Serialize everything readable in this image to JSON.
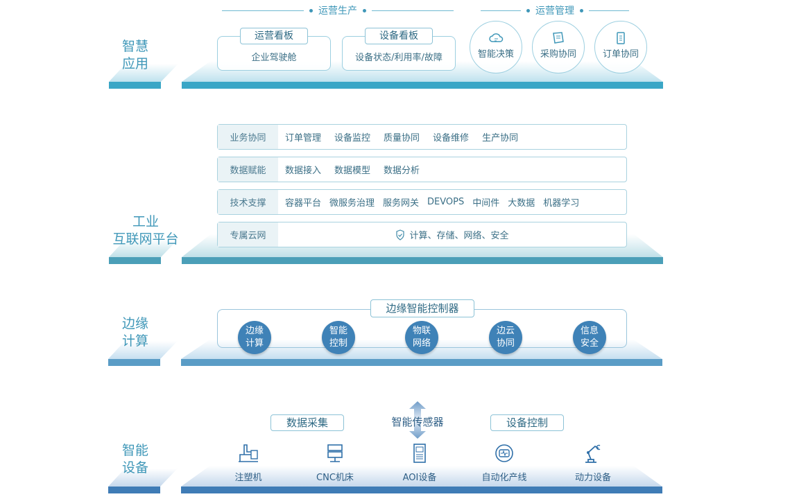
{
  "layers": {
    "app": {
      "label_line1": "智慧",
      "label_line2": "应用",
      "sections": [
        "运营生产",
        "运营管理"
      ],
      "cards": [
        {
          "tag": "运营看板",
          "text": "企业驾驶舱"
        },
        {
          "tag": "设备看板",
          "text": "设备状态/利用率/故障"
        }
      ],
      "circles": [
        {
          "label": "智能决策",
          "icon": "cloud-icon"
        },
        {
          "label": "采购协同",
          "icon": "document-icon"
        },
        {
          "label": "订单协同",
          "icon": "clipboard-icon"
        }
      ]
    },
    "platform": {
      "label_line1": "工业",
      "label_line2": "互联网平台",
      "rows": [
        {
          "head": "业务协同",
          "items": [
            "订单管理",
            "设备监控",
            "质量协同",
            "设备维修",
            "生产协同"
          ]
        },
        {
          "head": "数据赋能",
          "items": [
            "数据接入",
            "数据模型",
            "数据分析"
          ]
        },
        {
          "head": "技术支撑",
          "items": [
            "容器平台",
            "微服务治理",
            "服务网关",
            "DEVOPS",
            "中间件",
            "大数据",
            "机器学习"
          ]
        }
      ],
      "cloud": {
        "head": "专属云网",
        "text": "计算、存储、网络、安全",
        "icon": "shield-check-icon"
      }
    },
    "edge": {
      "label_line1": "边缘",
      "label_line2": "计算",
      "title": "边缘智能控制器",
      "items": [
        [
          "边缘",
          "计算"
        ],
        [
          "智能",
          "控制"
        ],
        [
          "物联",
          "网络"
        ],
        [
          "边云",
          "协同"
        ],
        [
          "信息",
          "安全"
        ]
      ]
    },
    "devices": {
      "label_line1": "智能",
      "label_line2": "设备",
      "left_tag": "数据采集",
      "center": "智能传感器",
      "right_tag": "设备控制",
      "items": [
        {
          "label": "注塑机",
          "icon": "injection-machine-icon"
        },
        {
          "label": "CNC机床",
          "icon": "cnc-icon"
        },
        {
          "label": "AOI设备",
          "icon": "aoi-icon"
        },
        {
          "label": "自动化产线",
          "icon": "monitor-icon"
        },
        {
          "label": "动力设备",
          "icon": "robot-arm-icon"
        }
      ]
    }
  }
}
